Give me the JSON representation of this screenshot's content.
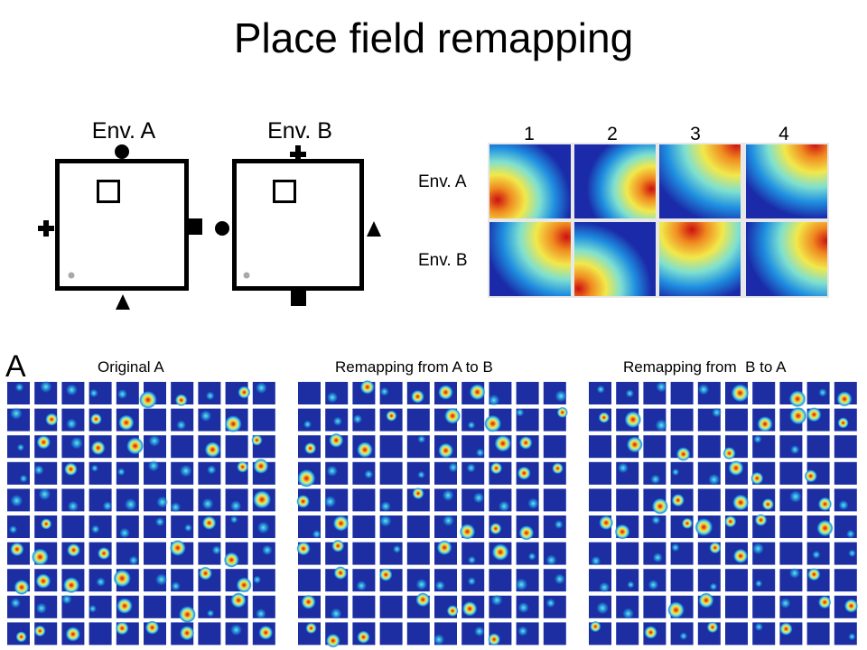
{
  "title": "Place field remapping",
  "diagram": {
    "env_a_label": "Env. A",
    "env_b_label": "Env. B",
    "cue_shapes": [
      "circle",
      "cross",
      "square",
      "triangle"
    ]
  },
  "heatmaps": {
    "columns": [
      "1",
      "2",
      "3",
      "4"
    ],
    "rows": [
      "Env. A",
      "Env. B"
    ],
    "colormap": [
      "#1a2aa8",
      "#1f8fe0",
      "#7ee0d0",
      "#f2e84a",
      "#f08a20",
      "#cc1010"
    ]
  },
  "grids": {
    "panel_letter": "A",
    "titles": [
      "Original A",
      "Remapping from A to B",
      "Remapping from  B to A"
    ],
    "background_color": "#1c2ea2"
  }
}
